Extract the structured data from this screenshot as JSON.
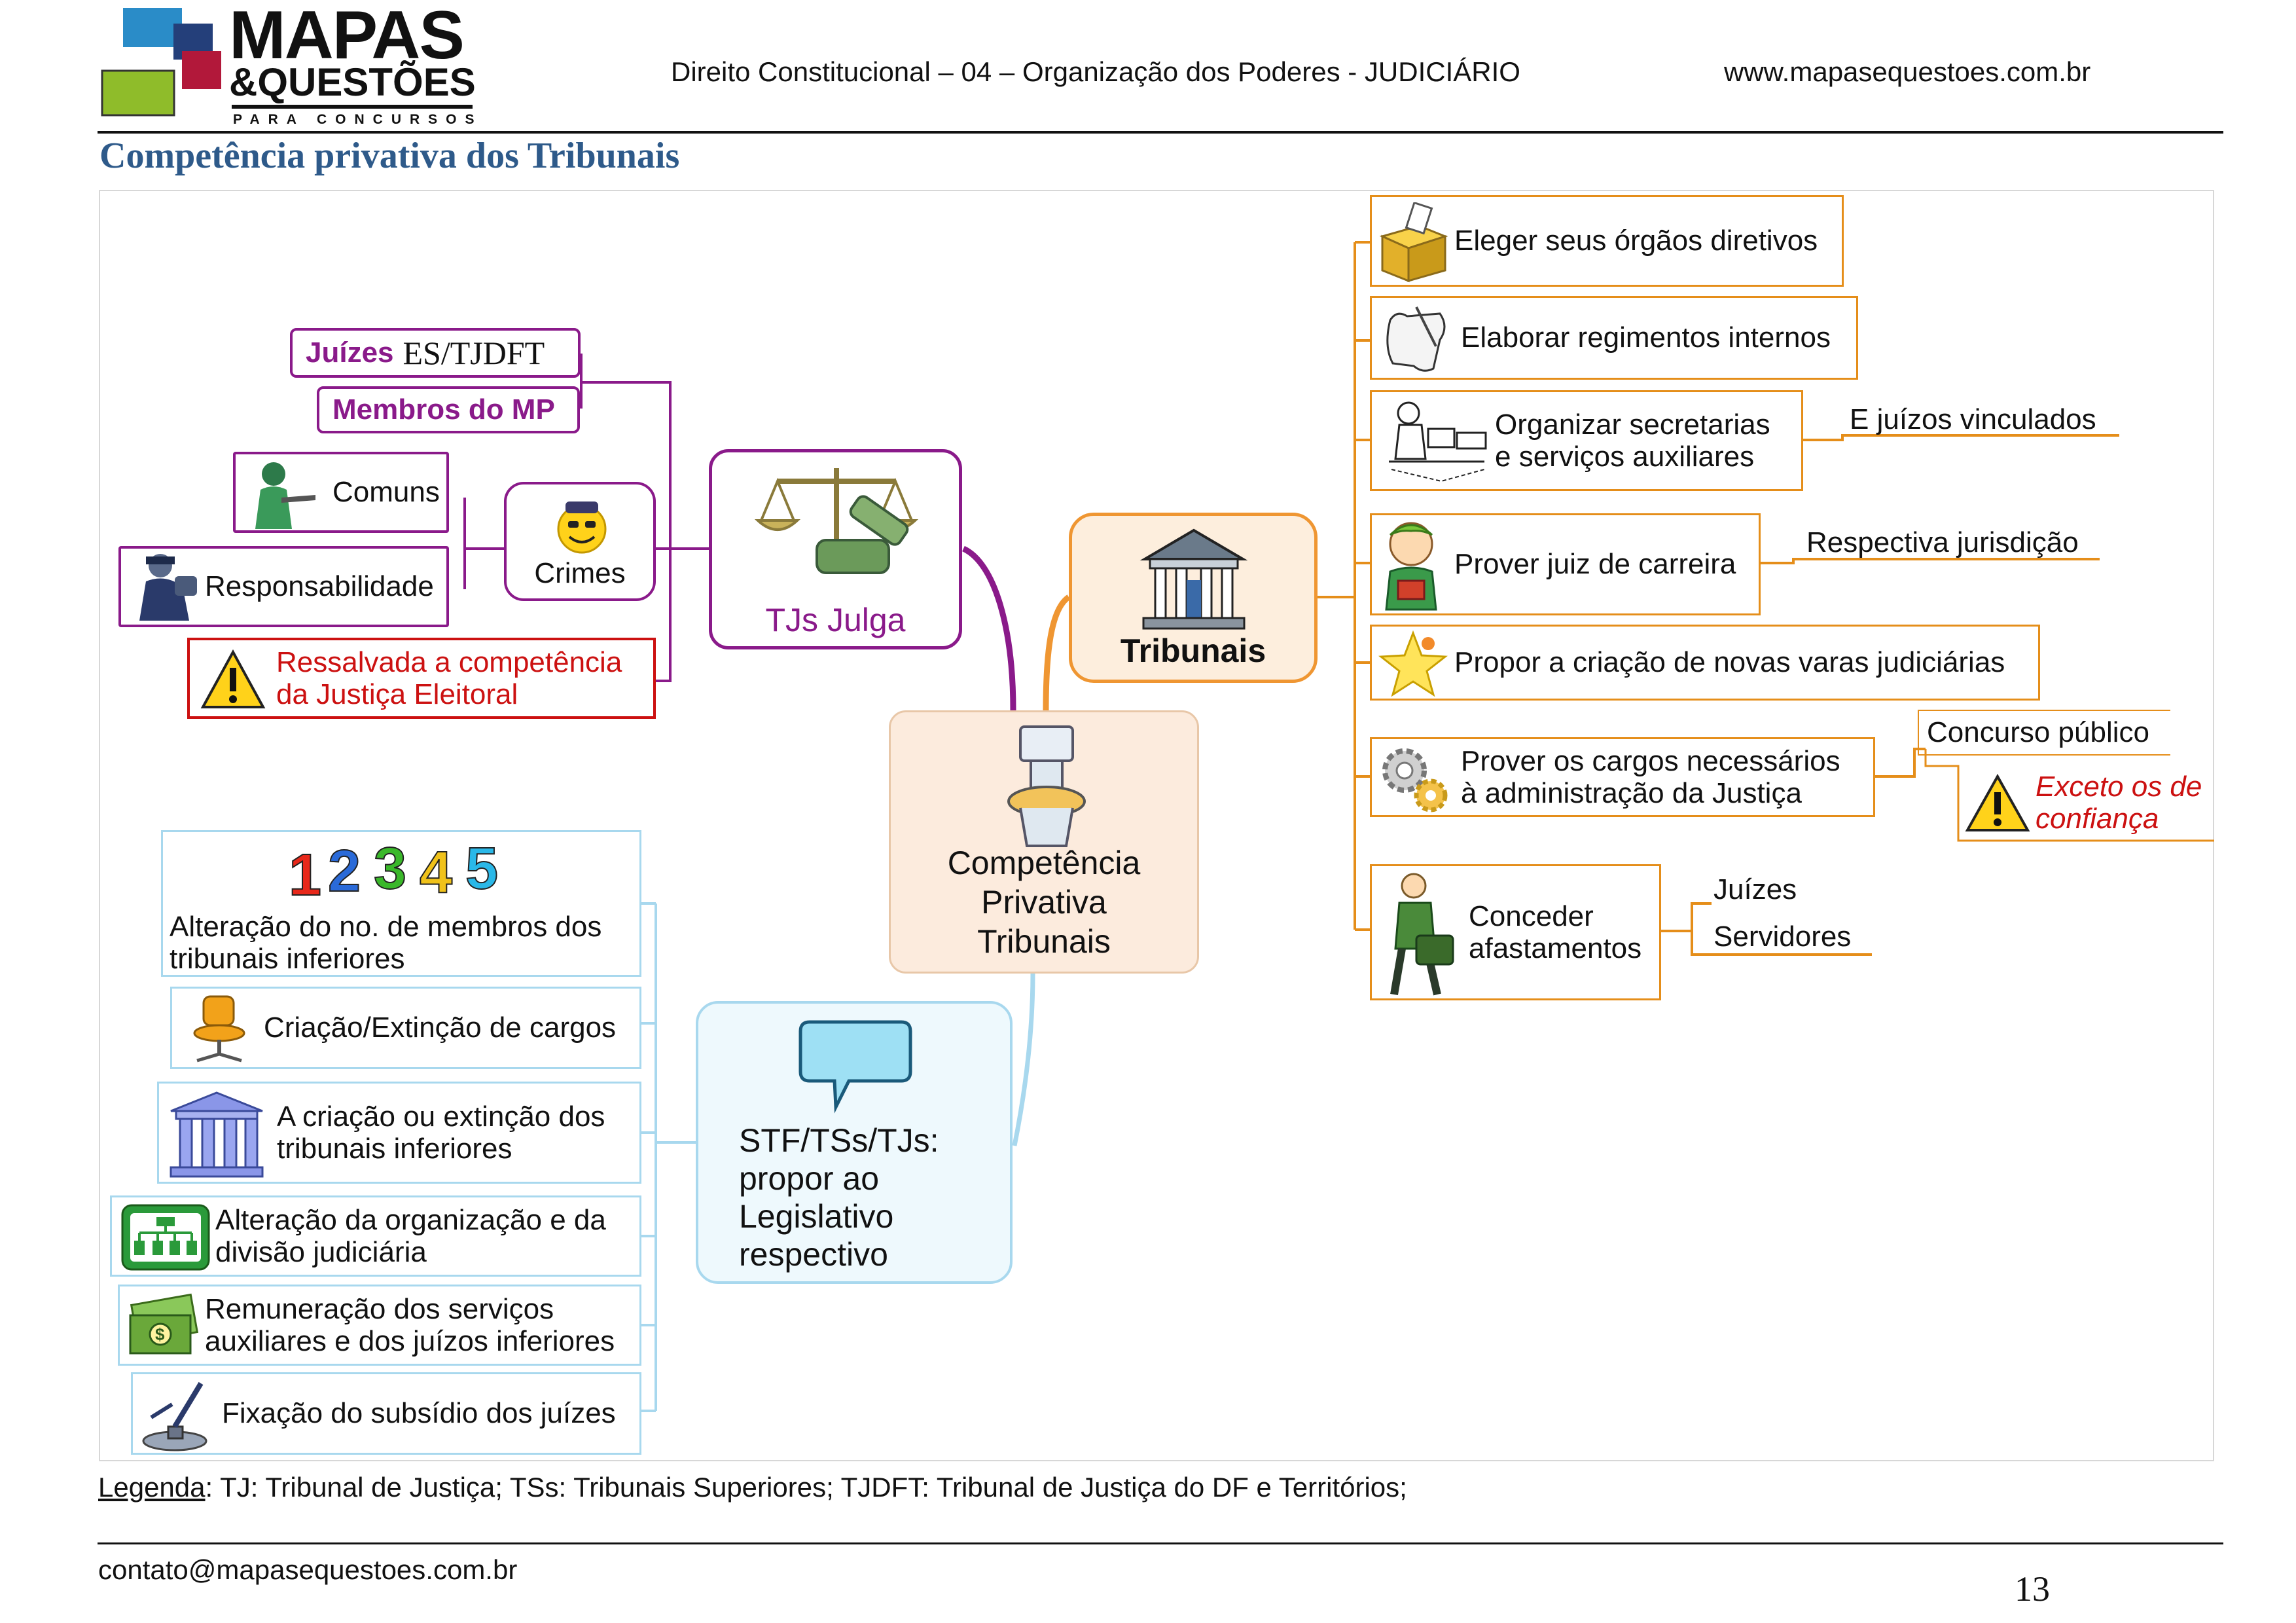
{
  "header": {
    "logo_line1": "MAPAS",
    "logo_line2": "&QUESTÕES",
    "logo_tagline": "PARA CONCURSOS",
    "subject": "Direito Constitucional  – 04 – Organização dos Poderes - JUDICIÁRIO",
    "website": "www.mapasequestoes.com.br"
  },
  "page_title": "Competência privativa dos Tribunais",
  "diagram": {
    "center": "Competência\nPrivativa\nTribunais",
    "tjs_julga": {
      "label": "TJs Julga",
      "juizes_prefix": "Juízes",
      "juizes_suffix": "ES/TJDFT",
      "membros_mp": "Membros do MP",
      "crimes": "Crimes",
      "comuns": "Comuns",
      "responsabilidade": "Responsabilidade",
      "ressalva": "Ressalvada a competência\nda Justiça Eleitoral"
    },
    "tribunais": {
      "label": "Tribunais",
      "items": [
        "Eleger seus órgãos diretivos",
        "Elaborar regimentos internos",
        "Organizar secretarias\ne serviços auxiliares",
        "Prover juiz de carreira",
        "Propor a criação de novas varas judiciárias",
        "Prover os cargos necessários\nà administração da Justiça",
        "Conceder\nafastamentos"
      ],
      "e_juizos_vinculados": "E juízos vinculados",
      "respectiva_jurisdicao": "Respectiva jurisdição",
      "concurso_publico": "Concurso público",
      "exceto_confianca": "Exceto os de\nconfiança",
      "juizes": "Juízes",
      "servidores": "Servidores"
    },
    "stf": {
      "label": "STF/TSs/TJs:\npropor ao\nLegislativo\nrespectivo",
      "items": [
        "Alteração do no. de membros dos\ntribunais inferiores",
        "Criação/Extinção de cargos",
        "A criação ou extinção dos\ntribunais inferiores",
        "Alteração da organização e da\ndivisão judiciária",
        "Remuneração dos serviços\nauxiliares e dos juízos inferiores",
        "Fixação do subsídio dos juízes"
      ],
      "numbers_glyph": "12345"
    },
    "colors": {
      "orange": "#e58e1a",
      "purple": "#8a1a8a",
      "blue": "#a8d8ee",
      "warning_red": "#cc1111",
      "title_blue": "#2e5a8a"
    },
    "icons": [
      "ballot-box-icon",
      "scroll-icon",
      "office-icon",
      "judge-icon",
      "star-icon",
      "gears-icon",
      "traveler-icon",
      "scales-icon",
      "courthouse-icon",
      "toilet-icon",
      "speech-bubble-icon",
      "numbers-icon",
      "chair-icon",
      "building-icon",
      "org-chart-icon",
      "money-icon",
      "pen-icon",
      "warning-icon",
      "smiley-icon",
      "gunman-icon",
      "thief-icon"
    ]
  },
  "legend": {
    "label": "Legenda",
    "text": ": TJ: Tribunal de Justiça;   TSs: Tribunais Superiores;   TJDFT: Tribunal de Justiça do DF e Territórios;"
  },
  "footer": {
    "contact": "contato@mapasequestoes.com.br",
    "page_number": "13"
  }
}
